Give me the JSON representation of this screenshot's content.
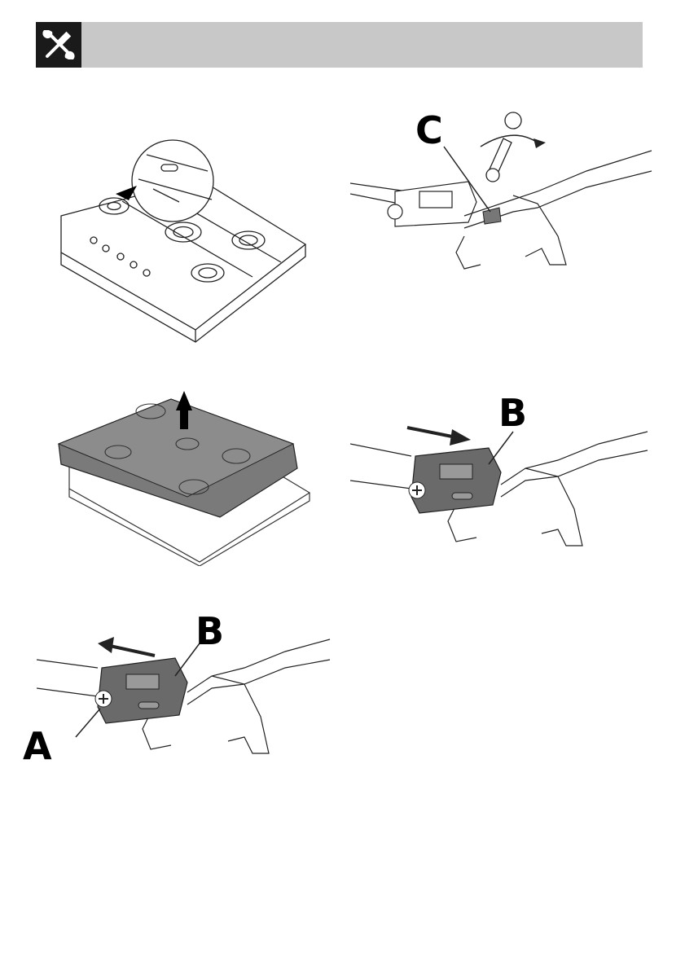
{
  "header": {
    "icon": "wrench-screwdriver-icon",
    "colors": {
      "bar": "#c8c8c8",
      "icon_bg": "#1a1a1a",
      "icon_fg": "#ffffff"
    }
  },
  "figures": {
    "fig1": {
      "description_icon": "hob-magnified-burner-icon"
    },
    "fig2": {
      "description_icon": "hob-top-lifted-icon"
    },
    "fig3": {
      "label": "C",
      "description_icon": "wrench-rotate-icon"
    },
    "fig4": {
      "label": "B",
      "description_icon": "push-right-arrow-icon"
    },
    "fig5": {
      "label_b": "B",
      "label_a": "A",
      "description_icon": "pull-left-arrow-icon"
    }
  }
}
